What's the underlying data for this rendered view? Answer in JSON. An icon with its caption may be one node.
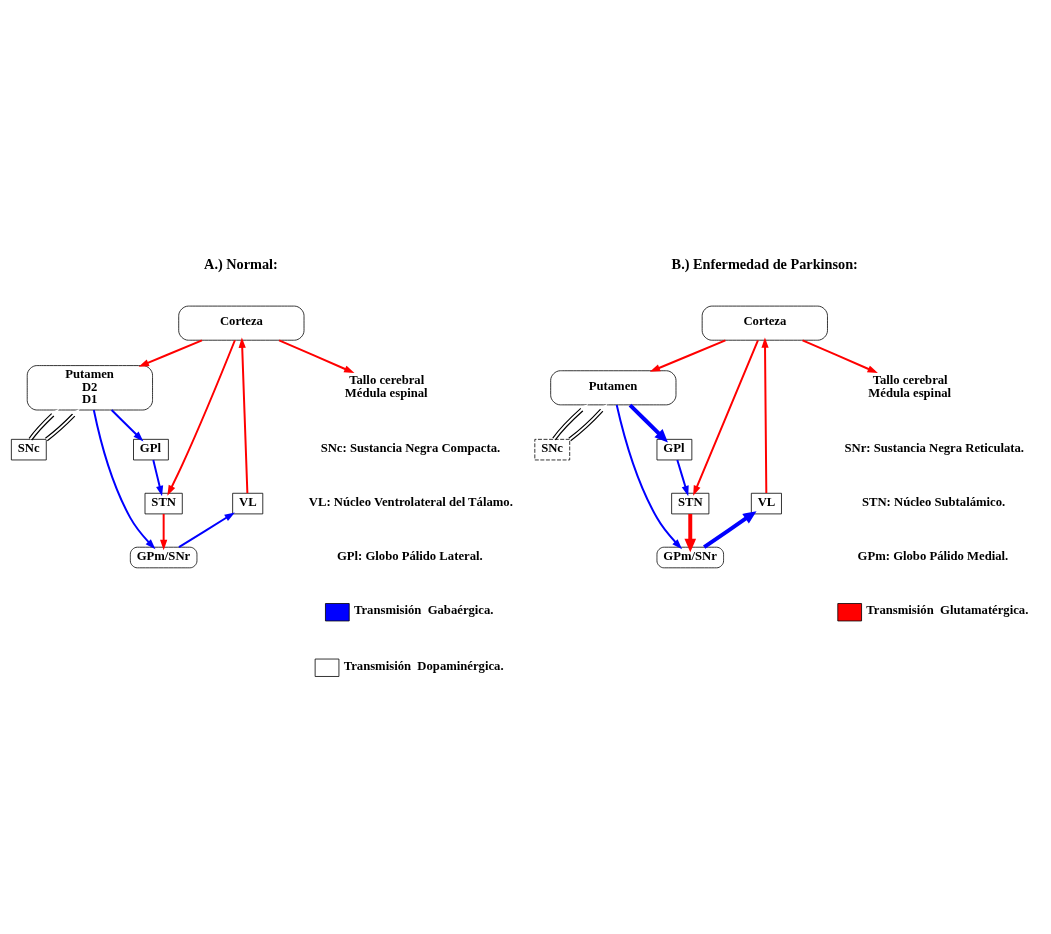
{
  "diagram": {
    "nodes": [
      {
        "text": [
          "Corteza"
        ]
      },
      {
        "text": [
          "Putamen",
          "D2",
          "D1"
        ]
      },
      {
        "text": [
          "SNc"
        ]
      },
      {
        "text": [
          "GPl"
        ]
      },
      {
        "text": [
          "STN"
        ]
      },
      {
        "text": [
          "GPm/SNr"
        ]
      },
      {
        "text": [
          "VL"
        ]
      },
      {
        "text": [
          "Tallo cerebral",
          "Médula espinal"
        ]
      },
      {
        "text": [
          "Corteza"
        ]
      },
      {
        "text": [
          "Putamen"
        ]
      },
      {
        "text": [
          "SNc"
        ]
      },
      {
        "text": [
          "GPl"
        ]
      },
      {
        "text": [
          "STN"
        ]
      },
      {
        "text": [
          "GPm/SNr"
        ]
      },
      {
        "text": [
          "VL"
        ]
      },
      {
        "text": [
          "Tallo cerebral",
          "Médula espinal"
        ]
      }
    ],
    "edges": [
      {
        "from": 0,
        "to": 1,
        "arrow": "to"
      },
      {
        "from": 0,
        "to": 7,
        "arrow": "to"
      },
      {
        "from": 0,
        "to": 4,
        "arrow": "to"
      },
      {
        "from": 2,
        "to": 1,
        "arrow": "to",
        "color": "#000000"
      },
      {
        "from": 2,
        "to": 1,
        "arrow": "to",
        "color": "#000000"
      },
      {
        "from": 1,
        "to": 3,
        "arrow": "to",
        "color": "#0000ff"
      },
      {
        "from": 3,
        "to": 4,
        "arrow": "to",
        "color": "#0000ff"
      },
      {
        "from": 1,
        "to": 5,
        "arrow": "to",
        "color": "#0000ff"
      },
      {
        "from": 4,
        "to": 5,
        "arrow": "to"
      },
      {
        "from": 5,
        "to": 6,
        "arrow": "to",
        "color": "#0000ff"
      },
      {
        "from": 6,
        "to": 0,
        "arrow": "to"
      },
      {
        "from": 8,
        "to": 9,
        "arrow": "to"
      },
      {
        "from": 8,
        "to": 15,
        "arrow": "to"
      },
      {
        "from": 8,
        "to": 12,
        "arrow": "to"
      },
      {
        "from": 10,
        "to": 9,
        "arrow": "to",
        "color": "#000000"
      },
      {
        "from": 10,
        "to": 9,
        "arrow": "to",
        "color": "#000000"
      },
      {
        "from": 9,
        "to": 11,
        "arrow": "to",
        "style": "thick",
        "color": "#0000ff"
      },
      {
        "from": 11,
        "to": 12,
        "arrow": "to",
        "color": "#0000ff"
      },
      {
        "from": 9,
        "to": 13,
        "arrow": "to",
        "color": "#0000ff"
      },
      {
        "from": 12,
        "to": 13,
        "arrow": "to",
        "style": "thick"
      },
      {
        "from": 13,
        "to": 14,
        "arrow": "to",
        "style": "thick",
        "color": "#0000ff"
      },
      {
        "from": 14,
        "to": 8,
        "arrow": "to"
      }
    ],
    "labels": [
      "A.) Normal:",
      "B.) Enfermedad de Parkinson:",
      "SNc: Sustancia Negra Compacta.",
      "SNr: Sustancia Negra Reticulata.",
      "VL: Núcleo Ventrolateral del Tálamo.",
      "STN: Núcleo Subtalámico.",
      "GPl: Globo Pálido Lateral.",
      "GPm: Globo Pálido Medial."
    ],
    "legend": [
      {
        "text": "Transmisión  Gabaérgica.",
        "color": "#0000ff"
      },
      {
        "text": "Transmisión  Dopaminérgica.",
        "color": "#ffffff"
      },
      {
        "text": "Transmisión  Glutamatérgica.",
        "color": "#ff0000"
      }
    ]
  }
}
